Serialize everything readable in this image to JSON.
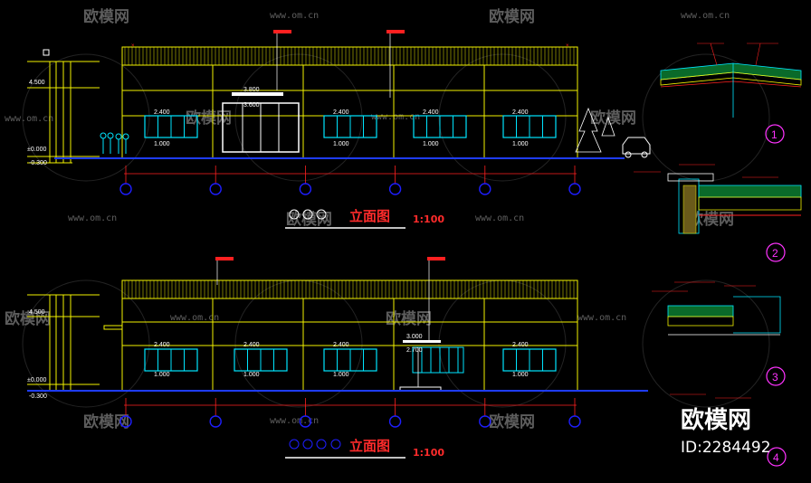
{
  "watermark": {
    "brand": "欧模网",
    "url": "www.om.cn"
  },
  "badge": {
    "logo": "欧模网",
    "id": "ID:2284492"
  },
  "elevation_top": {
    "title": "立面图",
    "scale": "1:100",
    "level_top": "4.500",
    "level_zero": "±0.000",
    "level_ground": "-0.300",
    "door_height_top": "3.800",
    "door_height": "3.600",
    "window_heights": [
      "2.400",
      "2.400",
      "2.400",
      "2.400"
    ],
    "window_sills": [
      "1.000",
      "1.000",
      "1.000",
      "1.000"
    ],
    "grid_bubbles": 6
  },
  "elevation_bottom": {
    "title": "立面图",
    "scale": "1:100",
    "level_top": "4.500",
    "level_zero": "±0.000",
    "level_ground": "-0.300",
    "door_height_top": "3.000",
    "door_height": "2.700",
    "window_heights": [
      "2.400",
      "2.400",
      "2.400",
      "2.400"
    ],
    "window_sills": [
      "1.000",
      "1.000",
      "1.000",
      "1.000"
    ],
    "grid_bubbles": 6
  },
  "details": [
    {
      "number": "1"
    },
    {
      "number": "2"
    },
    {
      "number": "3"
    },
    {
      "number": "4"
    }
  ],
  "colors": {
    "background": "#000000",
    "outline": "#f2f200",
    "glass": "#00e5ff",
    "ground": "#1e3cff",
    "mark": "#ff2020",
    "bubble": "#1e1eff",
    "detail_circle": "#ff33ff"
  }
}
